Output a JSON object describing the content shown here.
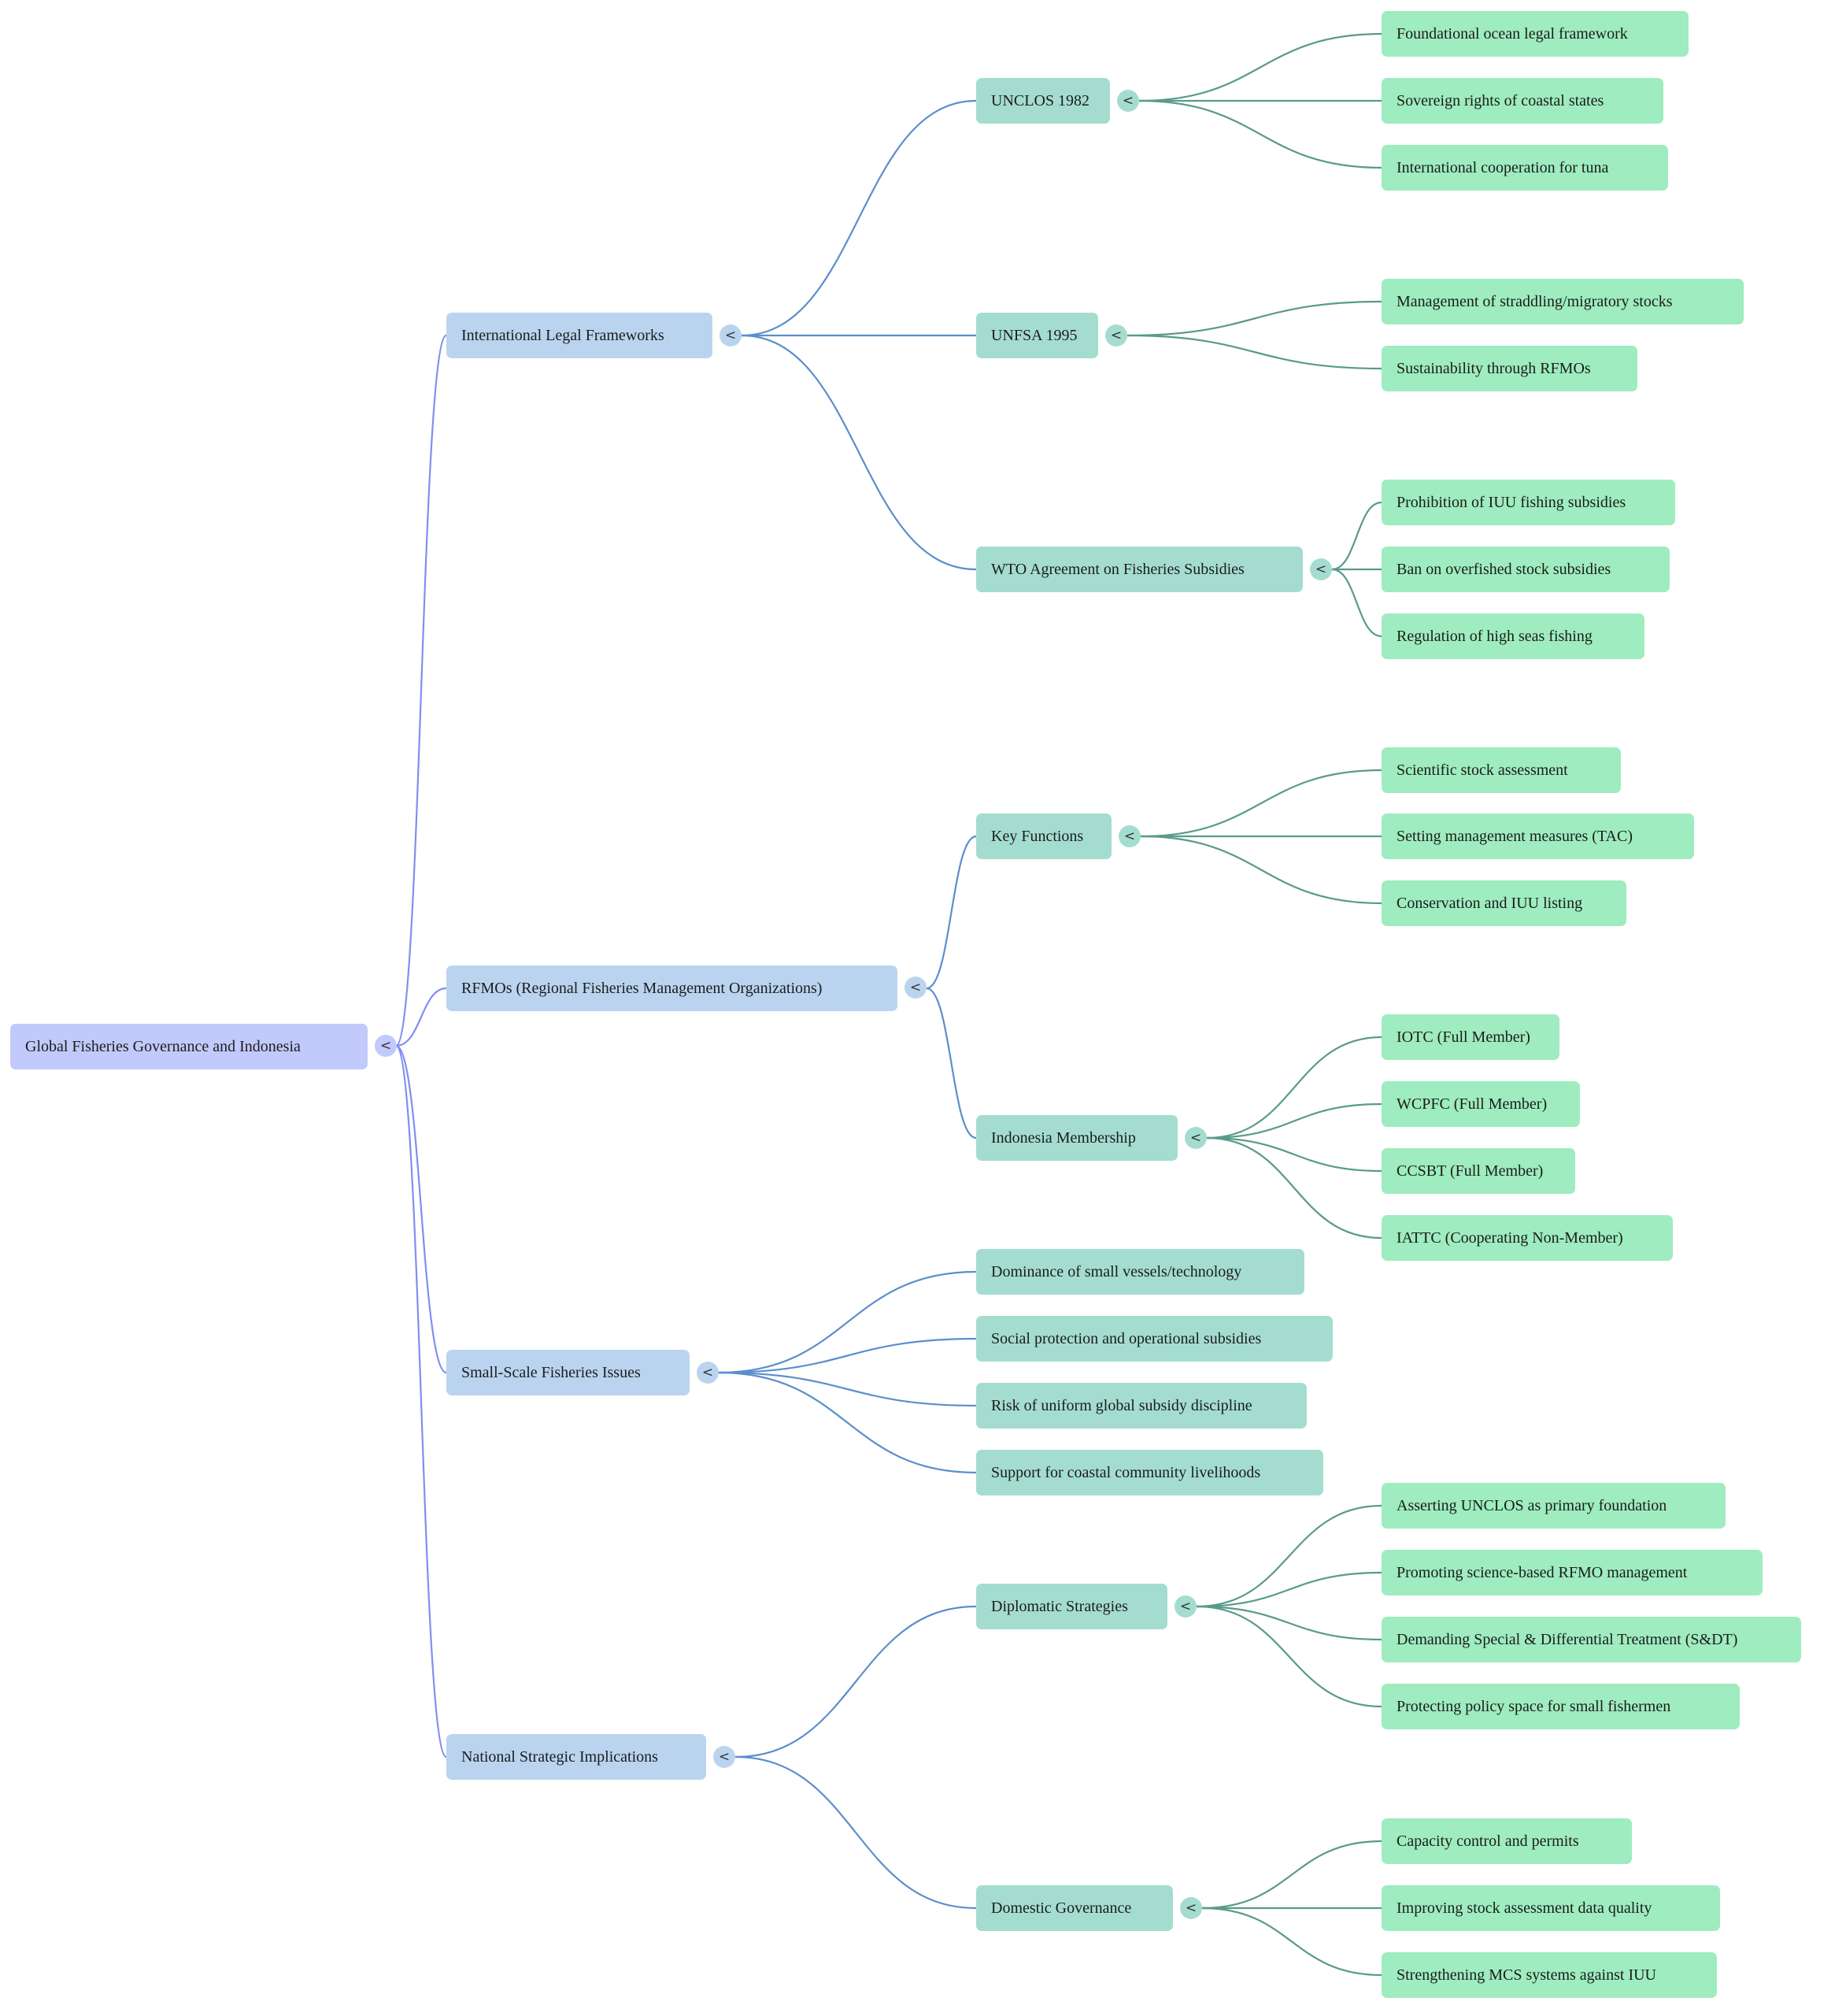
{
  "mindmap": {
    "root": {
      "label": "Global Fisheries Governance and Indonesia",
      "toggle_icon": "collapse-chevron-left"
    },
    "branches": [
      {
        "label": "International Legal Frameworks",
        "children": [
          {
            "label": "UNCLOS 1982",
            "children": [
              "Foundational ocean legal framework",
              "Sovereign rights of coastal states",
              "International cooperation for tuna"
            ]
          },
          {
            "label": "UNFSA 1995",
            "children": [
              "Management of straddling/migratory stocks",
              "Sustainability through RFMOs"
            ]
          },
          {
            "label": "WTO Agreement on Fisheries Subsidies",
            "children": [
              "Prohibition of IUU fishing subsidies",
              "Ban on overfished stock subsidies",
              "Regulation of high seas fishing"
            ]
          }
        ]
      },
      {
        "label": "RFMOs (Regional Fisheries Management Organizations)",
        "children": [
          {
            "label": "Key Functions",
            "children": [
              "Scientific stock assessment",
              "Setting management measures (TAC)",
              "Conservation and IUU listing"
            ]
          },
          {
            "label": "Indonesia Membership",
            "children": [
              "IOTC (Full Member)",
              "WCPFC (Full Member)",
              "CCSBT (Full Member)",
              "IATTC (Cooperating Non-Member)"
            ]
          }
        ]
      },
      {
        "label": "Small-Scale Fisheries Issues",
        "children": [
          {
            "label": "Dominance of small vessels/technology",
            "children": []
          },
          {
            "label": "Social protection and operational subsidies",
            "children": []
          },
          {
            "label": "Risk of uniform global subsidy discipline",
            "children": []
          },
          {
            "label": "Support for coastal community livelihoods",
            "children": []
          }
        ]
      },
      {
        "label": "National Strategic Implications",
        "children": [
          {
            "label": "Diplomatic Strategies",
            "children": [
              "Asserting UNCLOS as primary foundation",
              "Promoting science-based RFMO management",
              "Demanding Special & Differential Treatment (S&DT)",
              "Protecting policy space for small fishermen"
            ]
          },
          {
            "label": "Domestic Governance",
            "children": [
              "Capacity control and permits",
              "Improving stock assessment data quality",
              "Strengthening MCS systems against IUU"
            ]
          }
        ]
      }
    ],
    "toggle_glyph": "<",
    "colors": {
      "root_fill": "#c2c9fb",
      "level1_fill": "#bad4ef",
      "level2_fill": "#a4ddd0",
      "level3_fill": "#9eecbf",
      "root_link": "#7f8ff0",
      "level1_link": "#5b8fcc",
      "level2_link": "#5a9a8a"
    }
  }
}
